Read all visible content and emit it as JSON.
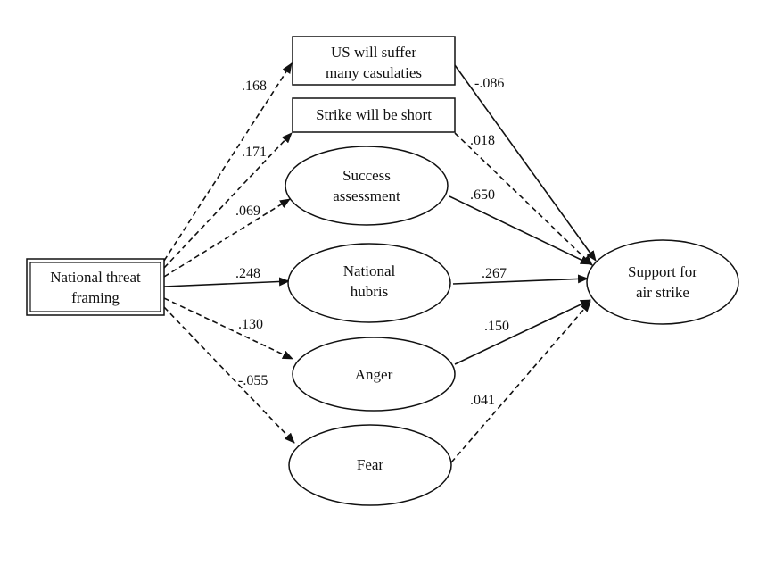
{
  "nodes": {
    "national_threat": [
      "National threat",
      "framing"
    ],
    "casualties": [
      "US will suffer",
      "many casulaties"
    ],
    "short": [
      "Strike will be short"
    ],
    "success": [
      "Success",
      "assessment"
    ],
    "hubris": [
      "National",
      "hubris"
    ],
    "anger": [
      "Anger"
    ],
    "fear": [
      "Fear"
    ],
    "support": [
      "Support for",
      "air strike"
    ]
  },
  "paths_in": [
    {
      "to": "casualties",
      "coef": ".168",
      "style": "dashed"
    },
    {
      "to": "short",
      "coef": ".171",
      "style": "dashed"
    },
    {
      "to": "success",
      "coef": ".069",
      "style": "dashed"
    },
    {
      "to": "hubris",
      "coef": ".248",
      "style": "solid"
    },
    {
      "to": "anger",
      "coef": ".130",
      "style": "dashed"
    },
    {
      "to": "fear",
      "coef": "-.055",
      "style": "dashed"
    }
  ],
  "paths_out": [
    {
      "from": "casualties",
      "coef": "-.086",
      "style": "solid"
    },
    {
      "from": "short",
      "coef": ".018",
      "style": "dashed"
    },
    {
      "from": "success",
      "coef": ".650",
      "style": "solid"
    },
    {
      "from": "hubris",
      "coef": ".267",
      "style": "solid"
    },
    {
      "from": "anger",
      "coef": ".150",
      "style": "solid"
    },
    {
      "from": "fear",
      "coef": ".041",
      "style": "dashed"
    }
  ]
}
